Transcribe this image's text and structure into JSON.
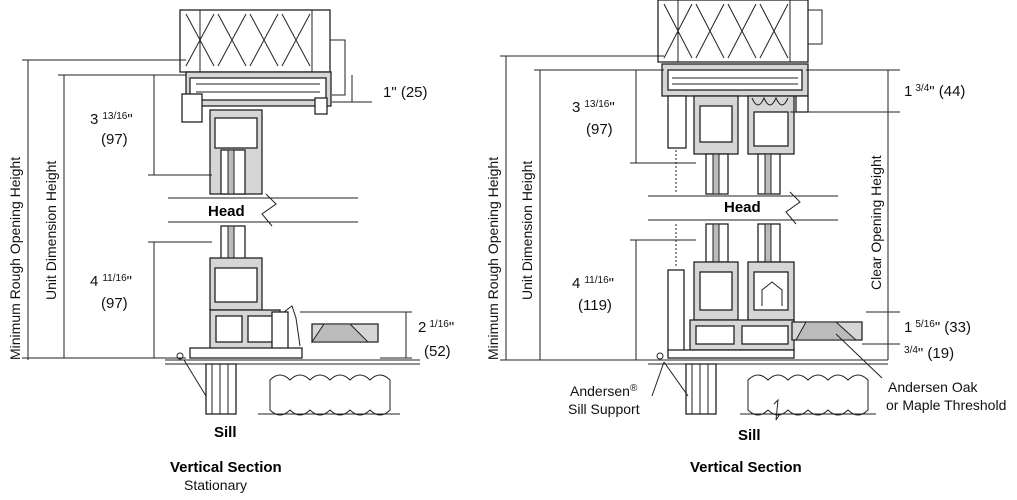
{
  "left": {
    "dims": {
      "rough_opening": "Minimum Rough Opening Height",
      "unit_dimension": "Unit Dimension Height",
      "head_a": "3",
      "head_frac_num": "13",
      "head_frac_den": "16",
      "head_inch": "\"",
      "head_mm": "(97)",
      "sill_a": "4",
      "sill_frac_num": "11",
      "sill_frac_den": "16",
      "sill_inch": "\"",
      "sill_mm": "(97)",
      "top_offset": "1\" (25)",
      "threshold_a": "2",
      "threshold_frac_num": "1",
      "threshold_frac_den": "16",
      "threshold_inch": "\"",
      "threshold_mm": "(52)"
    },
    "labels": {
      "head": "Head",
      "sill": "Sill",
      "section_title": "Vertical Section",
      "section_subtitle": "Stationary"
    }
  },
  "right": {
    "dims": {
      "rough_opening": "Minimum Rough Opening Height",
      "unit_dimension": "Unit Dimension Height",
      "clear_opening": "Clear Opening Height",
      "head_a": "3",
      "head_frac_num": "13",
      "head_frac_den": "16",
      "head_inch": "\"",
      "head_mm": "(97)",
      "sill_a": "4",
      "sill_frac_num": "11",
      "sill_frac_den": "16",
      "sill_inch": "\"",
      "sill_mm": "(119)",
      "top_a": "1",
      "top_frac_num": "3",
      "top_frac_den": "4",
      "top_rest": "\" (44)",
      "bottom_a": "1",
      "bottom_frac_num": "5",
      "bottom_frac_den": "16",
      "bottom_rest": "\" (33)",
      "base_frac_num": "3",
      "base_frac_den": "4",
      "base_rest": "\" (19)"
    },
    "labels": {
      "head": "Head",
      "sill": "Sill",
      "section_title": "Vertical Section",
      "sill_support_line1": "Andersen",
      "sill_support_reg": "®",
      "sill_support_line2": "Sill Support",
      "threshold_line1": "Andersen Oak",
      "threshold_line2": "or Maple Threshold"
    }
  }
}
